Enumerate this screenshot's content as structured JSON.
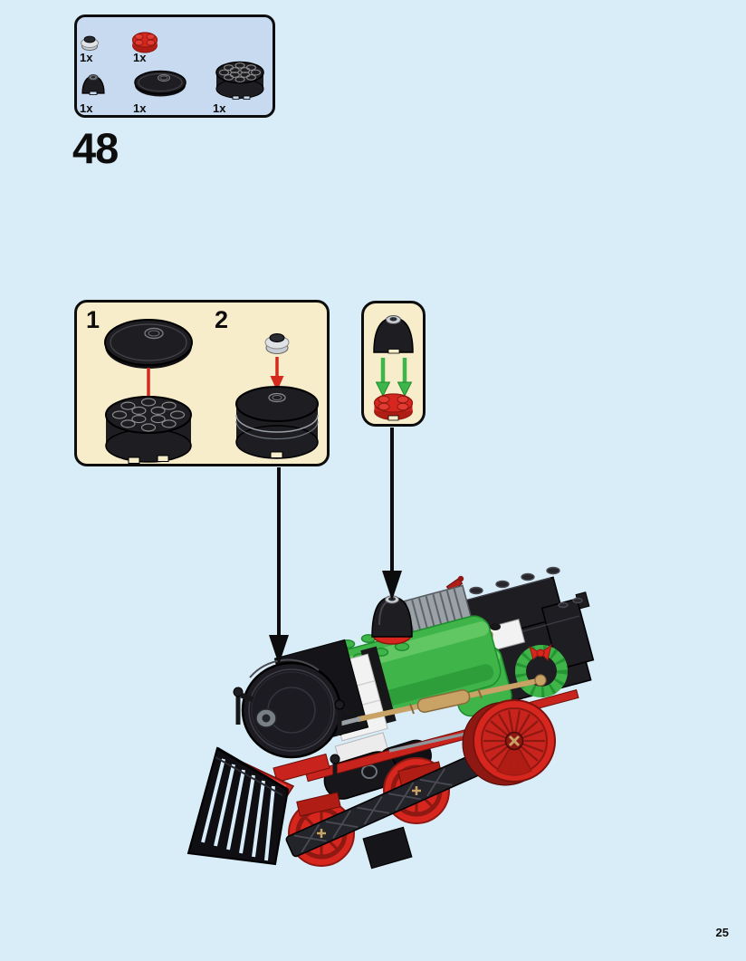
{
  "page": {
    "step_number": "48",
    "page_number": "25"
  },
  "colors": {
    "background": "#d9edf9",
    "parts_box_bg": "#c7daf0",
    "callout_bg": "#f8edca",
    "outline": "#0d0d0d",
    "lego_black": "#1d1d22",
    "lego_black_hi": "#3d3d46",
    "lego_red": "#c8231c",
    "lego_red_bright": "#d6261e",
    "lego_red_dark": "#8e1812",
    "lego_green": "#3eb449",
    "lego_green_hi": "#74d171",
    "lego_green_dark": "#1f8c2d",
    "lego_tan": "#c9a265",
    "lego_tan_dark": "#8a6a3c",
    "lego_gray": "#9aa1a7",
    "lego_silver": "#c9ced4",
    "lego_white": "#f2f2f2",
    "arrow_black": "#0c0c0c",
    "arrow_red": "#d42a1e",
    "arrow_green": "#3cb54a"
  },
  "parts_box": {
    "items": [
      {
        "name": "silver-round-stud-piece",
        "qty": "1x"
      },
      {
        "name": "red-round-plate-2x2",
        "qty": "1x"
      },
      {
        "name": "black-dome-brick-2x2",
        "qty": "1x"
      },
      {
        "name": "black-round-dish-4x4",
        "qty": "1x"
      },
      {
        "name": "black-round-brick-4x4",
        "qty": "1x"
      }
    ]
  },
  "callout_main": {
    "steps": [
      {
        "label": "1"
      },
      {
        "label": "2"
      }
    ]
  },
  "callout_side": {
    "assembly": "black-dome-onto-red-round-plate"
  },
  "illustration": {
    "model": "steam-locomotive-with-cowcatcher"
  }
}
